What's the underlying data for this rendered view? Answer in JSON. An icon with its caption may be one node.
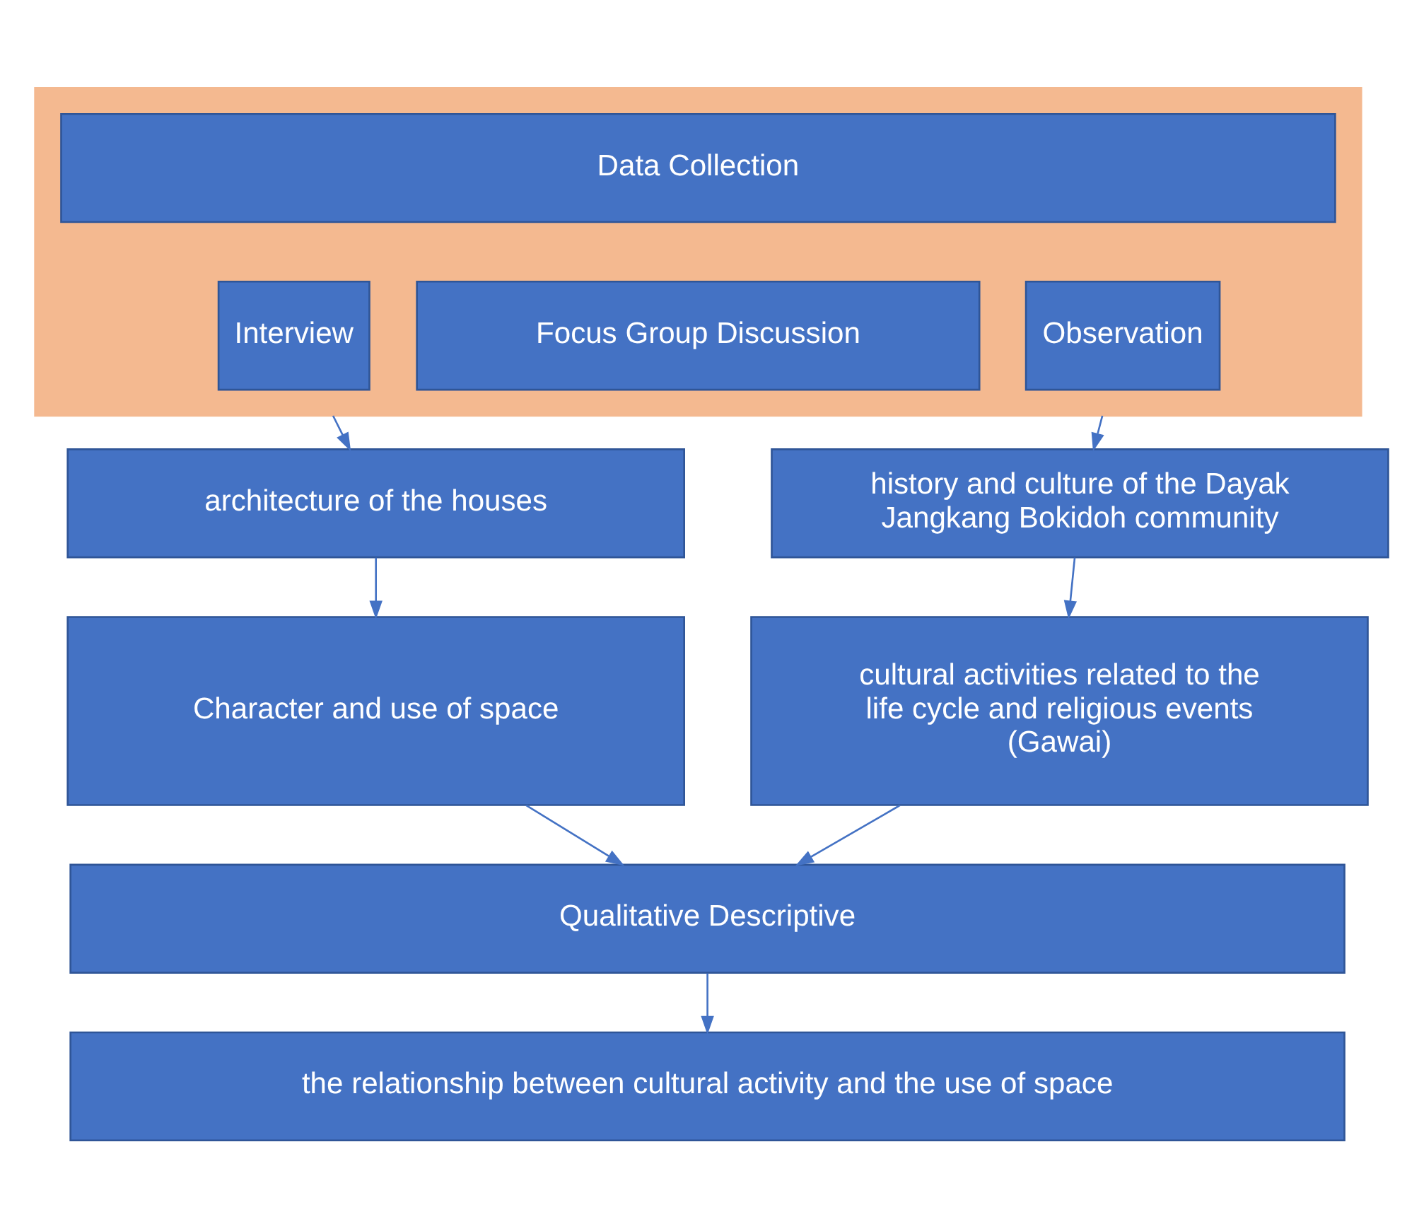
{
  "diagram": {
    "nodes": [
      {
        "text": [],
        "shape": "box"
      },
      {
        "text": [
          "Data Collection"
        ],
        "in": 0
      },
      {
        "text": [
          "Interview"
        ],
        "in": 0
      },
      {
        "text": [
          "Focus Group Discussion"
        ],
        "in": 0
      },
      {
        "text": [
          "Observation"
        ],
        "in": 0
      },
      {
        "text": [
          "architecture of the houses"
        ]
      },
      {
        "text": [
          "history and culture of the Dayak Jangkang Bokidoh community"
        ]
      },
      {
        "text": [
          "Character and use of space"
        ]
      },
      {
        "text": [
          "cultural activities related to the life cycle and religious events (Gawai)"
        ]
      },
      {
        "text": [
          "Qualitative Descriptive"
        ]
      },
      {
        "text": [
          "the relationship between cultural activity and the use of space"
        ]
      }
    ],
    "edges": [
      {
        "from": 0,
        "to": 5,
        "arrow": "to"
      },
      {
        "from": 0,
        "to": 6,
        "arrow": "to"
      },
      {
        "from": 5,
        "to": 7,
        "arrow": "to"
      },
      {
        "from": 6,
        "to": 8,
        "arrow": "to"
      },
      {
        "from": 7,
        "to": 9,
        "arrow": "to"
      },
      {
        "from": 8,
        "to": 9,
        "arrow": "to"
      },
      {
        "from": 9,
        "to": 10,
        "arrow": "to"
      }
    ]
  }
}
